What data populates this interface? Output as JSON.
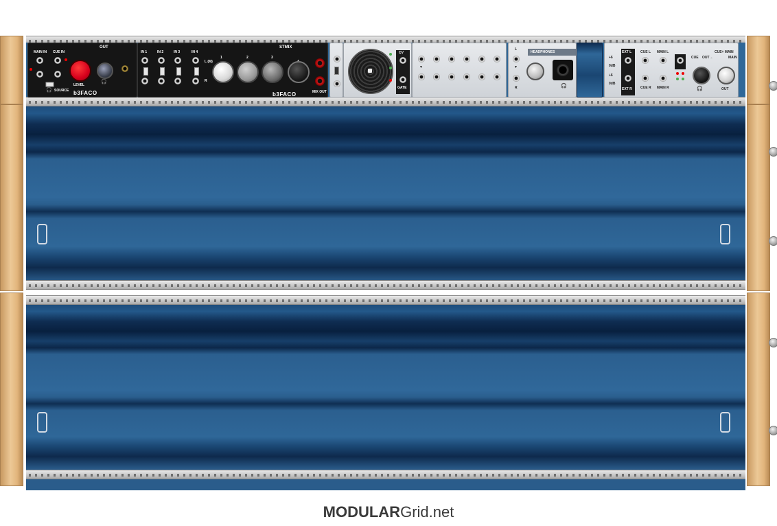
{
  "brand_footer": {
    "bold": "MODULAR",
    "rest": "Grid.net"
  },
  "modules": {
    "out": {
      "title": "OUT",
      "main_in": "MAIN IN",
      "cue_in": "CUE IN",
      "source": "SOURCE",
      "level": "LEVEL",
      "brand": "b3FACO"
    },
    "stmix": {
      "title": "STMIX",
      "in1": "IN 1",
      "in2": "IN 2",
      "in3": "IN 3",
      "in4": "IN 4",
      "l_m": "L (M)",
      "r": "R",
      "k1": "1",
      "k2": "2",
      "k3": "3",
      "k4": "4",
      "mix_out": "MIX OUT",
      "brand": "b3FACO"
    },
    "seq": {
      "cv": "CV",
      "gate": "GATE"
    },
    "headphones": {
      "title": "HEADPHONES",
      "l": "L",
      "r": "R"
    },
    "cuemix": {
      "ext_l": "EXT L",
      "ext_r": "EXT R",
      "cue_l": "CUE L",
      "cue_r": "CUE R",
      "main_l": "MAIN L",
      "main_r": "MAIN R",
      "cue": "CUE",
      "out_arrow": "OUT→",
      "cue_main": "CUE+ MAIN",
      "main": "MAIN",
      "out": "OUT",
      "plus6": "+6",
      "zero_db": "0dB"
    }
  },
  "colors": {
    "case_blue": "#2f6798",
    "wood": "#e2b57c",
    "knob_red": "#d6001c"
  }
}
